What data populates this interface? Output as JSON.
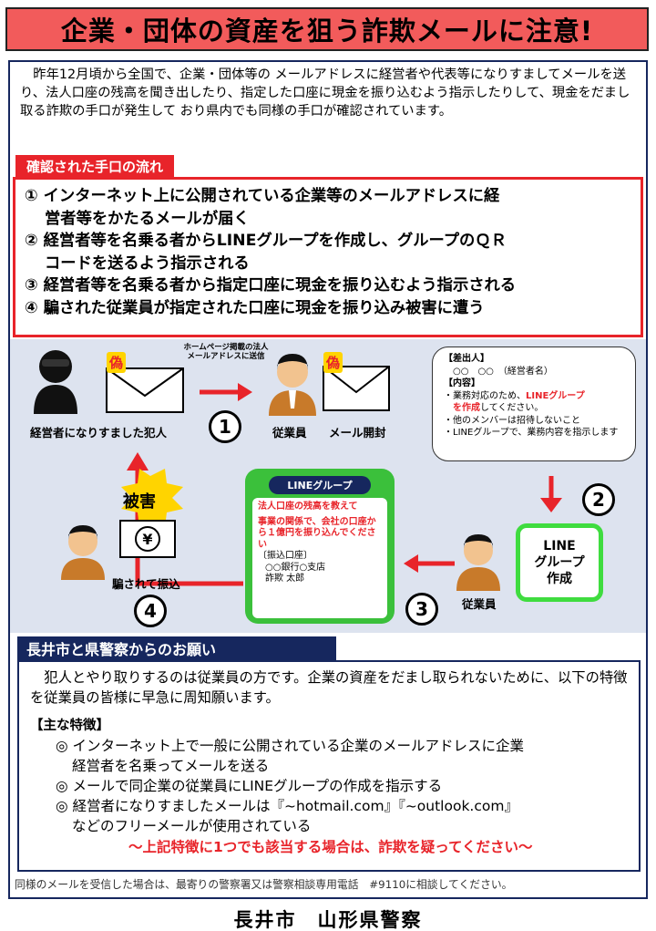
{
  "title": "企業・団体の資産を狙う詐欺メールに注意!",
  "intro": "　昨年12月頃から全国で、企業・団体等の メールアドレスに経営者や代表等になりすましてメールを送り、法人口座の残高を聞き出したり、指定した口座に現金を振り込むよう指示したりして、現金をだまし取る詐欺の手口が発生して おり県内でも同様の手口が確認されています。",
  "flow": {
    "heading": "確認された手口の流れ",
    "lines": [
      "① インターネット上に公開されている企業等のメールアドレスに経",
      "営者等をかたるメールが届く",
      "② 経営者等を名乗る者からLINEグループを作成し、グループのＱＲ",
      "コードを送るよう指示される",
      "③ 経営者等を名乗る者から指定口座に現金を振り込むよう指示される",
      "④ 騙された従業員が指定された口座に現金を振り込み被害に遭う"
    ]
  },
  "diagram": {
    "fake_label": "偽",
    "criminal_caption": "経営者になりすました犯人",
    "homepage_caption": "ホームページ掲載の法人メールアドレスに送信",
    "employee_caption": "従業員",
    "mail_open_caption": "メール開封",
    "num1": "1",
    "num2": "2",
    "num3": "3",
    "num4": "4",
    "bubble": {
      "sender_head": "【差出人】",
      "sender": "　○○　○○　（経営者名）",
      "content_head": "【内容】",
      "l1a": "・業務対応のため、",
      "l1b": "LINEグループ",
      "l1c": "を作成",
      "l1d": "してください。",
      "l2": "・他のメンバーは招待しないこと",
      "l3": "・LINEグループで、業務内容を指示します"
    },
    "line_group": "LINE\nグループ\n作成",
    "line_group_l1": "LINE",
    "line_group_l2": "グループ",
    "line_group_l3": "作成",
    "phone_title": "LINEグループ",
    "msg1": "法人口座の残高を教えて",
    "msg2": "事業の関係で、会社の口座から１億円を振り込んでください",
    "acct_head": "〔振込口座〕",
    "acct_bank": "○○銀行○支店",
    "acct_name": "詐欺 太郎",
    "employee2_caption": "従業員",
    "damage": "被害",
    "yen": "¥",
    "victim_caption": "騙されて振込"
  },
  "request": {
    "heading": "長井市と県警察からのお願い",
    "para": "　犯人とやり取りするのは従業員の方です。企業の資産をだまし取られないために、以下の特徴を従業員の皆様に早急に周知願います。",
    "features_head": "【主な特徴】",
    "f1a": "◎ インターネット上で一般に公開されている企業のメールアドレスに企業",
    "f1b": "経営者を名乗ってメールを送る",
    "f2": "◎ メールで同企業の従業員にLINEグループの作成を指示する",
    "f3a": "◎ 経営者になりすましたメールは『~hotmail.com』『~outlook.com』",
    "f3b": "などのフリーメールが使用されている",
    "warning": "～上記特徴に1つでも該当する場合は、詐欺を疑ってください～"
  },
  "footer_note": "同様のメールを受信した場合は、最寄りの警察署又は警察相談専用電話　#9110に相談してください。",
  "footer_org": "長井市　山形県警察",
  "colors": {
    "red": "#e8242a",
    "navy": "#16275e",
    "green": "#3bc03b",
    "diagram_bg": "#dde3ef"
  }
}
